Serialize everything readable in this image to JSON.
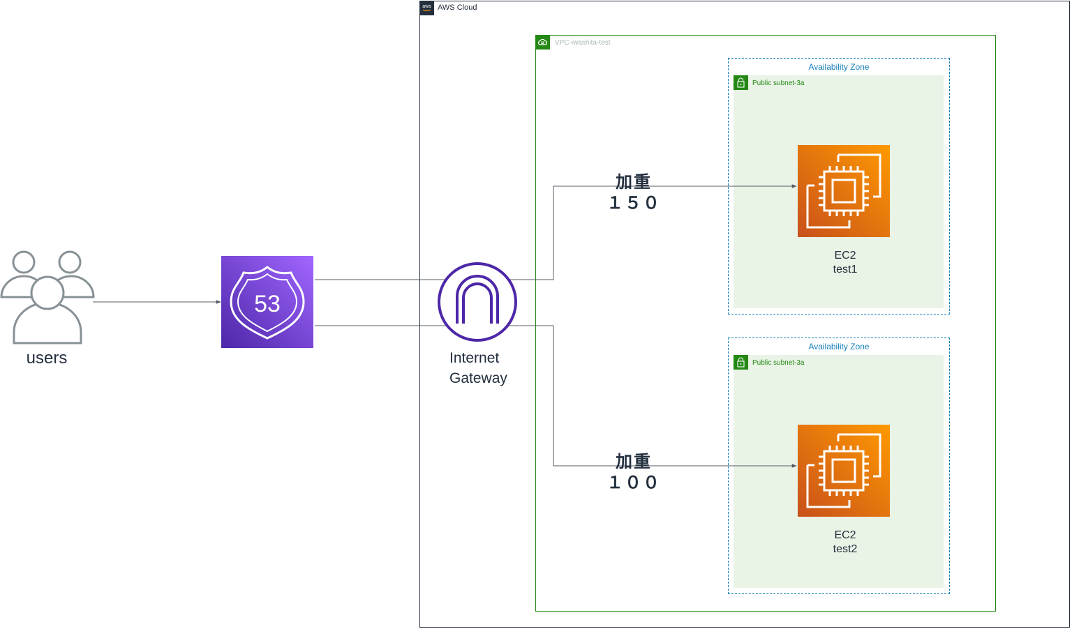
{
  "aws_cloud": {
    "label": "AWS Cloud",
    "badge_text": "aws"
  },
  "vpc": {
    "label": "VPC-iwashita-test"
  },
  "zones": [
    {
      "az_label": "Availability Zone",
      "subnet_label": "Public subnet-3a",
      "ec2": {
        "line1": "EC2",
        "line2": "test1"
      }
    },
    {
      "az_label": "Availability Zone",
      "subnet_label": "Public subnet-3a",
      "ec2": {
        "line1": "EC2",
        "line2": "test2"
      }
    }
  ],
  "users": {
    "label": "users"
  },
  "route53": {
    "icon_text": "53"
  },
  "internet_gateway": {
    "line1": "Internet",
    "line2": "Gateway"
  },
  "weights": [
    {
      "title": "加重",
      "value": "１５０"
    },
    {
      "title": "加重",
      "value": "１００"
    }
  ],
  "colors": {
    "cloud_border": "#232f3e",
    "vpc_green": "#248814",
    "az_blue": "#147eba",
    "subnet_fill": "#e9f3e6",
    "ec2_orange_dark": "#c8511b",
    "ec2_orange_light": "#ff9900",
    "r53_purple_dark": "#4d27a8",
    "r53_purple_light": "#a166ff",
    "igw_purple": "#4d27a8",
    "users_gray": "#879196",
    "line_gray": "#545b64"
  }
}
